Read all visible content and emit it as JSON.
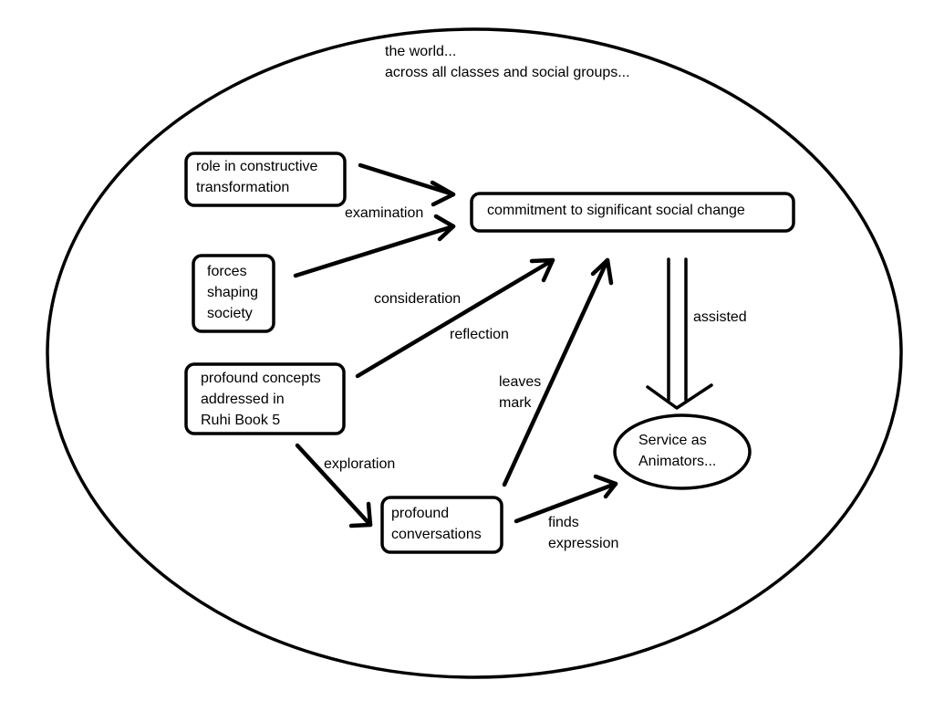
{
  "world": {
    "line1": "the world...",
    "line2": "across all classes and social groups..."
  },
  "nodes": {
    "role": {
      "line1": "role in constructive",
      "line2": "transformation"
    },
    "forces": {
      "line1": "forces",
      "line2": "shaping",
      "line3": "society"
    },
    "concepts": {
      "line1": "profound concepts",
      "line2": "addressed in",
      "line3": "Ruhi Book 5"
    },
    "commitment": {
      "line1": "commitment to significant social change"
    },
    "conversations": {
      "line1": "profound",
      "line2": "conversations"
    },
    "service": {
      "line1": "Service as",
      "line2": "Animators..."
    }
  },
  "edges": {
    "examination": "examination",
    "consideration": "consideration",
    "reflection": "reflection",
    "exploration": "exploration",
    "leaves_line1": "leaves",
    "leaves_line2": "mark",
    "finds_line1": "finds",
    "finds_line2": "expression",
    "assisted": "assisted"
  },
  "colors": {
    "stroke": "#000000",
    "background": "#ffffff"
  }
}
